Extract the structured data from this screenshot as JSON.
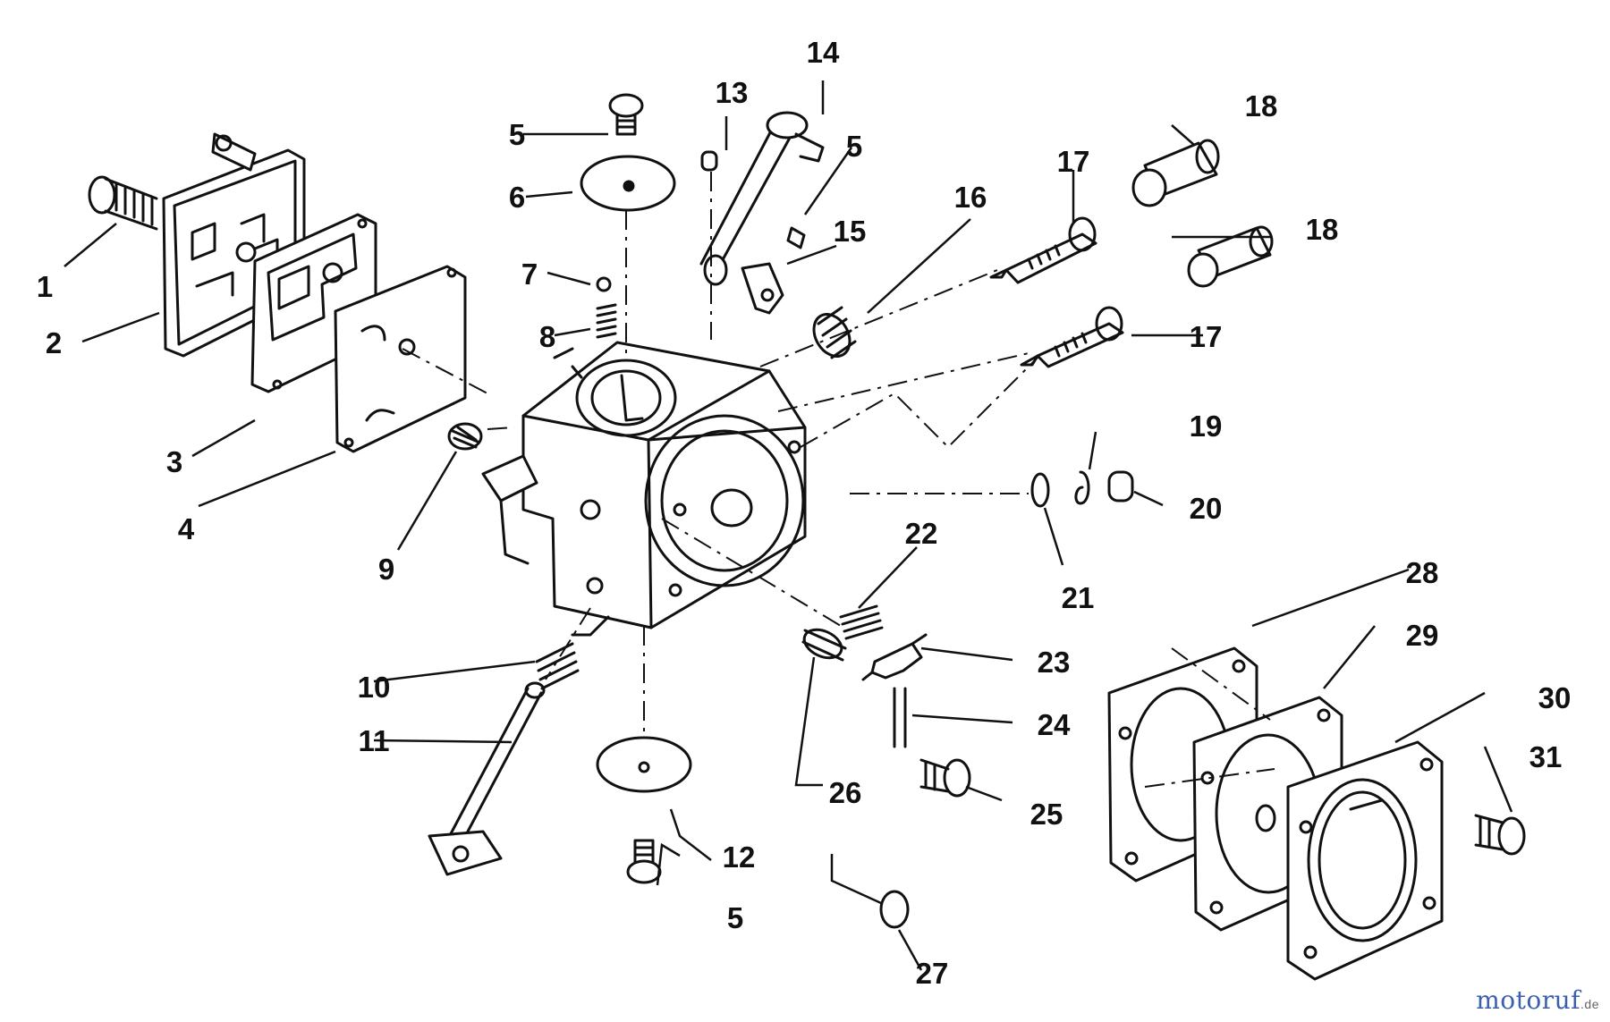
{
  "diagram": {
    "labels": {
      "p1": "1",
      "p2": "2",
      "p3": "3",
      "p4": "4",
      "p5a": "5",
      "p5b": "5",
      "p5c": "5",
      "p6": "6",
      "p7": "7",
      "p8": "8",
      "p9": "9",
      "p10": "10",
      "p11": "11",
      "p12": "12",
      "p13": "13",
      "p14": "14",
      "p15": "15",
      "p16": "16",
      "p17a": "17",
      "p17b": "17",
      "p18a": "18",
      "p18b": "18",
      "p19": "19",
      "p20": "20",
      "p21": "21",
      "p22": "22",
      "p23": "23",
      "p24": "24",
      "p25": "25",
      "p26": "26",
      "p27": "27",
      "p28": "28",
      "p29": "29",
      "p30": "30",
      "p31": "31"
    }
  },
  "logo": {
    "text": "motoruf",
    "tld": ".de"
  },
  "colors": {
    "line": "#111111",
    "background": "#ffffff",
    "logo": "#3a5fae"
  }
}
